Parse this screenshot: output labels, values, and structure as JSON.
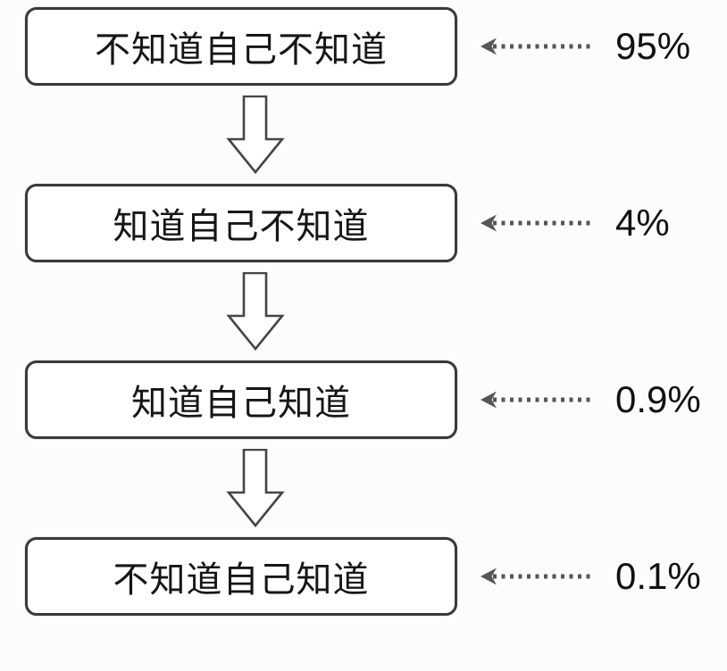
{
  "diagram": {
    "rows": [
      {
        "label": "不知道自己不知道",
        "percent": "95%"
      },
      {
        "label": "知道自己不知道",
        "percent": "4%"
      },
      {
        "label": "知道自己知道",
        "percent": "0.9%"
      },
      {
        "label": "不知道自己知道",
        "percent": "0.1%"
      }
    ],
    "colors": {
      "background": "#fcfcfc",
      "box_border": "#3a3a3a",
      "box_fill": "#ffffff",
      "text": "#161616",
      "down_arrow_outline": "#454545",
      "dotted_arrow": "#565656"
    }
  }
}
